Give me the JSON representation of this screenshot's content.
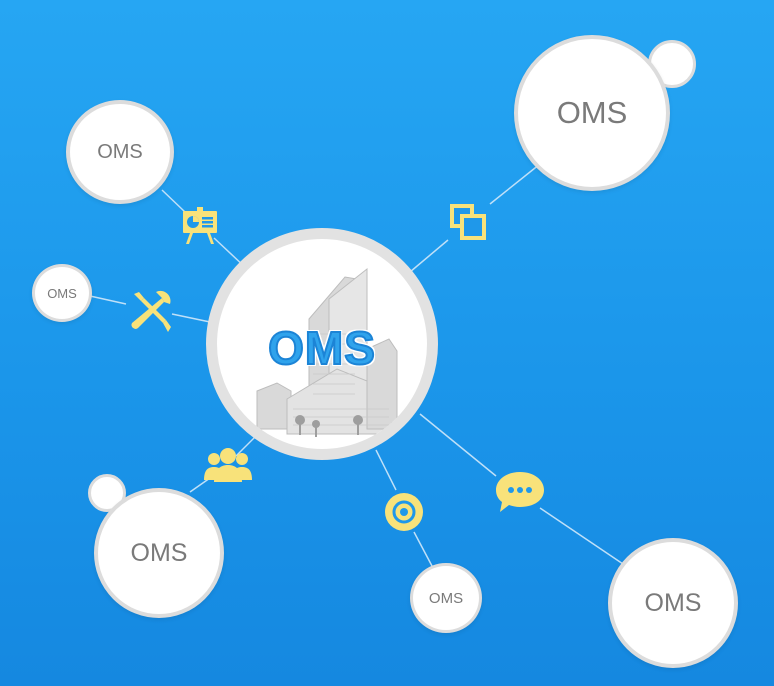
{
  "diagram": {
    "center_label": "OMS",
    "nodes": [
      {
        "label": "OMS"
      },
      {
        "label": "OMS"
      },
      {
        "label": "OMS"
      },
      {
        "label": "OMS"
      },
      {
        "label": "OMS"
      },
      {
        "label": "OMS"
      }
    ],
    "icons": [
      "presentation-board-icon",
      "tools-icon",
      "users-group-icon",
      "target-icon",
      "chat-bubble-icon",
      "copy-pages-icon"
    ]
  },
  "colors": {
    "background_top": "#26a6f3",
    "background_bottom": "#1588e0",
    "icon_yellow": "#f8e27a",
    "node_border": "#dcdcdc",
    "center_text": "#2fa3ec"
  }
}
